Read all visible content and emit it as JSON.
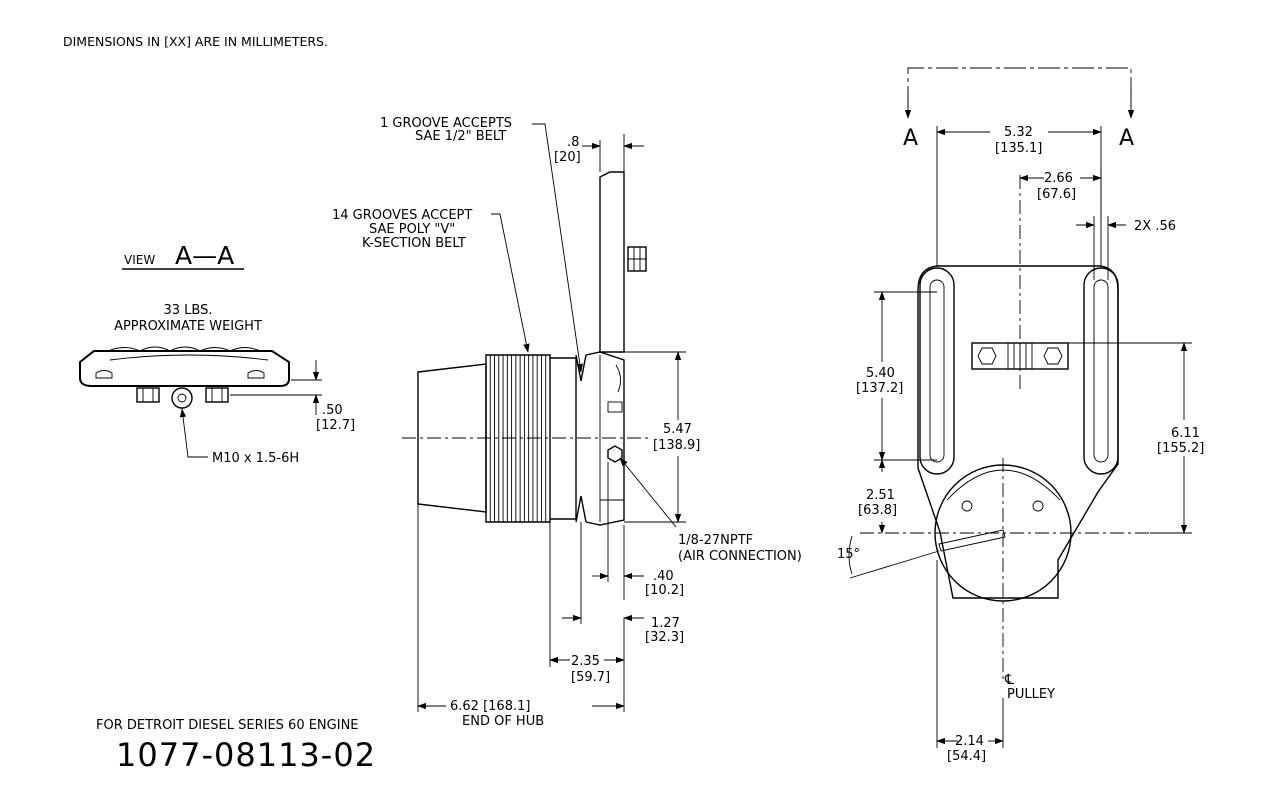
{
  "header": {
    "note": "DIMENSIONS IN [XX] ARE IN MILLIMETERS."
  },
  "section_view": {
    "view_label_prefix": "VIEW",
    "view_label_letters": "A—A",
    "weight_value": "33 LBS.",
    "weight_label": "APPROXIMATE WEIGHT",
    "dim_50_in": ".50",
    "dim_50_mm": "[12.7]",
    "thread_callout": "M10 x 1.5-6H"
  },
  "side_view": {
    "groove1_line1": "1 GROOVE ACCEPTS",
    "groove1_line2": "SAE 1/2\" BELT",
    "grooves14_line1": "14 GROOVES ACCEPT",
    "grooves14_line2": "SAE POLY \"V\"",
    "grooves14_line3": "K-SECTION BELT",
    "dim_8_in": ".8",
    "dim_8_mm": "[20]",
    "dim_547_in": "5.47",
    "dim_547_mm": "[138.9]",
    "air_line1": "1/8-27NPTF",
    "air_line2": "(AIR CONNECTION)",
    "dim_40_in": ".40",
    "dim_40_mm": "[10.2]",
    "dim_127_in": "1.27",
    "dim_127_mm": "[32.3]",
    "dim_235_in": "2.35",
    "dim_235_mm": "[59.7]",
    "dim_662": "6.62 [168.1]",
    "end_of_hub": "END OF HUB"
  },
  "front_view": {
    "section_letter_left": "A",
    "section_letter_right": "A",
    "dim_532_in": "5.32",
    "dim_532_mm": "[135.1]",
    "dim_266_in": "2.66",
    "dim_266_mm": "[67.6]",
    "dim_2x56": "2X .56",
    "dim_540_in": "5.40",
    "dim_540_mm": "[137.2]",
    "dim_611_in": "6.11",
    "dim_611_mm": "[155.2]",
    "dim_251_in": "2.51",
    "dim_251_mm": "[63.8]",
    "angle": "15°",
    "centerline_symbol": "℄",
    "pulley_label": "PULLEY",
    "dim_214_in": "2.14",
    "dim_214_mm": "[54.4]"
  },
  "footer": {
    "engine_note": "FOR DETROIT DIESEL SERIES 60 ENGINE",
    "part_number": "1077-08113-02"
  }
}
